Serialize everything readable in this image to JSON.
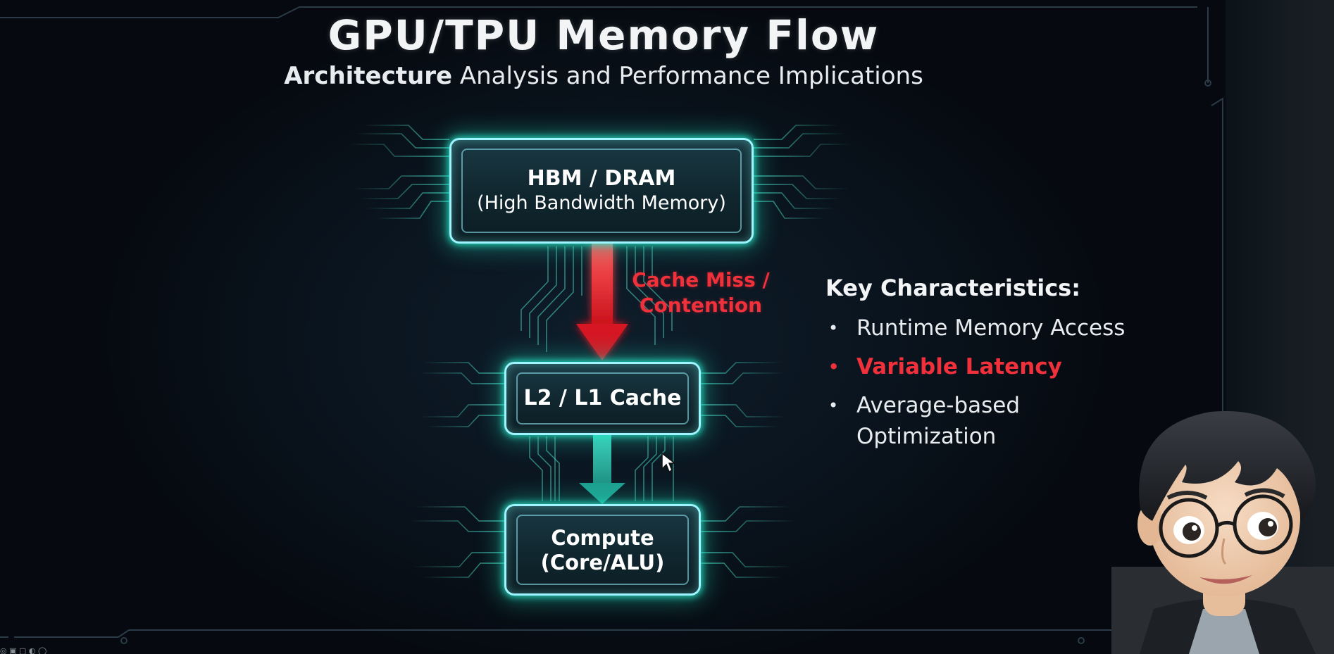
{
  "slide": {
    "title": "GPU/TPU Memory Flow",
    "subtitle_strong": "Architecture",
    "subtitle_rest": " Analysis and Performance Implications"
  },
  "diagram": {
    "boxes": [
      {
        "id": "hbm",
        "line1": "HBM / DRAM",
        "line2": "(High Bandwidth Memory)"
      },
      {
        "id": "cache",
        "line1": "L2 / L1 Cache",
        "line2": ""
      },
      {
        "id": "compute",
        "line1": "Compute",
        "line2": "(Core/ALU)"
      }
    ],
    "arrows": [
      {
        "from": "hbm",
        "to": "cache",
        "color": "#e8262f",
        "label_line1": "Cache Miss /",
        "label_line2": "Contention"
      },
      {
        "from": "cache",
        "to": "compute",
        "color": "#2fb7a6"
      }
    ]
  },
  "key_characteristics": {
    "heading": "Key Characteristics:",
    "bullet_glyph": "•",
    "items": [
      {
        "text": "Runtime Memory Access",
        "highlight": false
      },
      {
        "text": "Variable Latency",
        "highlight": true
      },
      {
        "text": "Average-based Optimization",
        "highlight": false
      }
    ]
  },
  "colors": {
    "accent_glow": "#2de6c8",
    "box_border": "#9ef5ff",
    "alert_red": "#f0303a",
    "text_white": "#f2f4f6"
  },
  "icons": {
    "cursor": "mouse-pointer-icon",
    "presenter": "presenter-avatar"
  }
}
